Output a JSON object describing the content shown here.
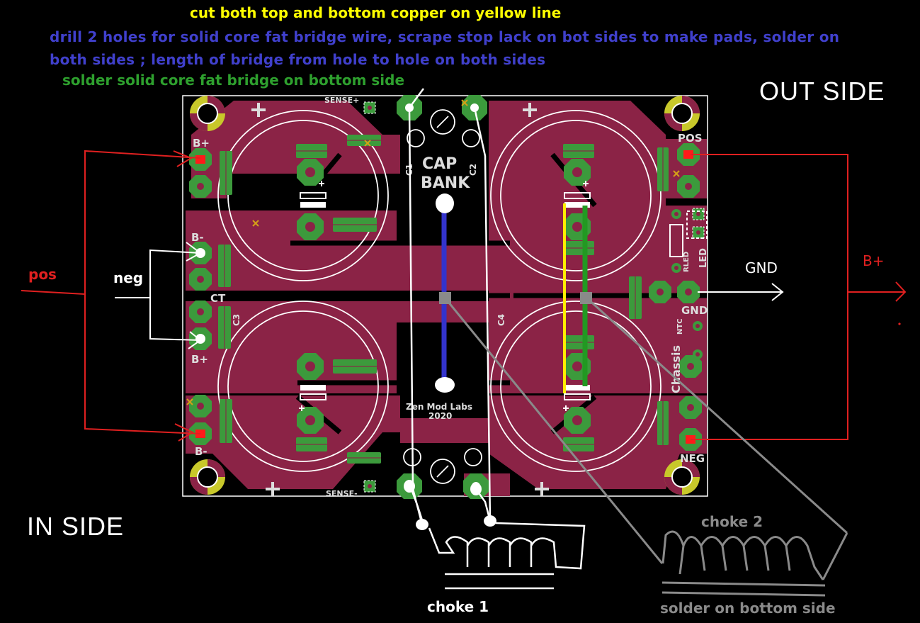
{
  "notes": {
    "yellow": "cut both top and bottom copper on yellow line",
    "blue_line1": "drill 2 holes for solid core fat bridge wire, scrape stop lack on bot sides to make pads, solder on",
    "blue_line2": "both sides  ; length of bridge from hole to hole on both sides",
    "green": "solder solid core fat bridge on bottom side"
  },
  "sides": {
    "out": "OUT SIDE",
    "in": "IN SIDE"
  },
  "wiring": {
    "pos": "pos",
    "neg": "neg",
    "gnd": "GND",
    "bplus": "B+",
    "choke1": "choke 1",
    "choke2": "choke 2",
    "solder_bottom": "solder on bottom side"
  },
  "silk": {
    "sense_top": "SENSE+",
    "sense_bottom": "SENSE-",
    "b_plus_top": "B+",
    "b_minus": "B-",
    "ct": "CT",
    "b_plus_bottom": "B+",
    "b_minus_bottom": "B-",
    "cap": "CAP",
    "bank": "BANK",
    "c1": "C1",
    "c2": "C2",
    "c3": "C3",
    "c4": "C4",
    "pos": "POS",
    "neg": "NEG",
    "gnd": "GND",
    "led": "LED",
    "rled": "RLED",
    "ntc": "NTC",
    "chassis": "Chassis",
    "maker": "Zen Mod Labs",
    "year": "2020"
  },
  "colors": {
    "board": "#8b2346",
    "pad": "#3c9a3c",
    "silk": "#ffffff",
    "yellow_note": "#ffff00",
    "blue_note": "#4040cc",
    "green_note": "#2ea02e",
    "red_wire": "#e02020",
    "gray_wire": "#8a8a8a",
    "bridge_blue": "#3333cc",
    "bridge_green": "#229922"
  }
}
